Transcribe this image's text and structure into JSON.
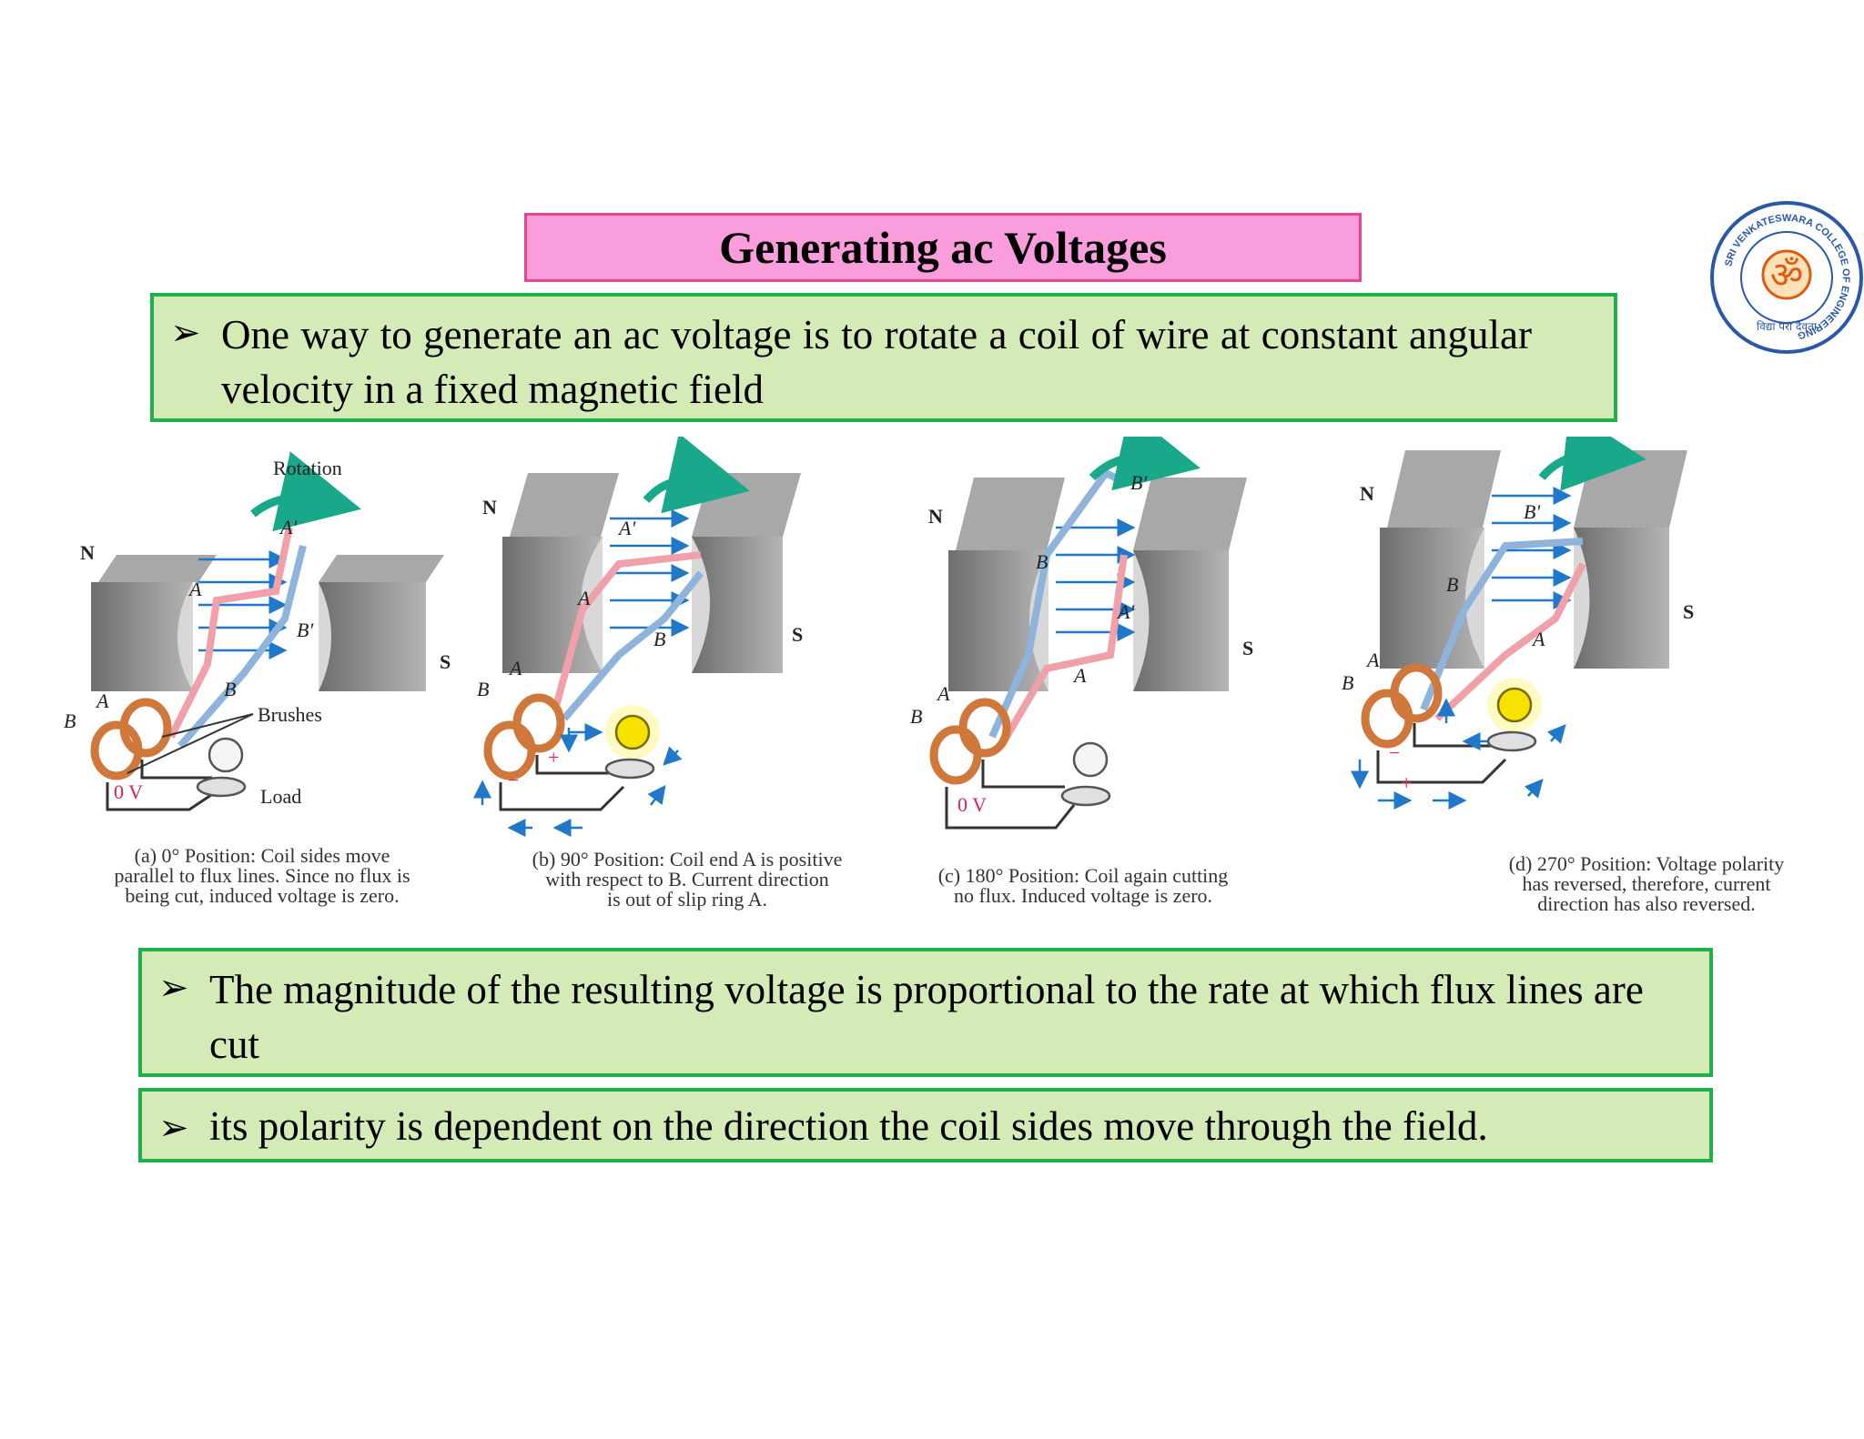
{
  "slide": {
    "title": "Generating ac Voltages",
    "bullet_glyph": "➢",
    "points": [
      "One way to generate an ac voltage is to rotate a coil of wire at constant angular velocity in a fixed magnetic field",
      "The magnitude of the resulting voltage is proportional to the rate at which flux lines are cut",
      "its polarity is dependent on the direction the coil sides move through the field."
    ]
  },
  "logo": {
    "ring_text": "SRI VENKATESWARA COLLEGE OF ENGINEERING",
    "bottom_text": "विद्या परा दैवता",
    "center_symbol": "ॐ"
  },
  "figures": [
    {
      "labels": {
        "north": "N",
        "south": "S",
        "rotation": "Rotation",
        "a": "A",
        "a_prime": "A'",
        "b": "B",
        "b_prime": "B'",
        "brushes": "Brushes",
        "load": "Load",
        "voltage": "0 V"
      },
      "caption": [
        "(a) 0° Position: Coil sides move",
        "parallel to flux lines. Since no flux is",
        "being cut, induced voltage is zero."
      ]
    },
    {
      "labels": {
        "north": "N",
        "south": "S",
        "a": "A",
        "a_prime": "A'",
        "b": "B",
        "plus": "+",
        "minus": "−"
      },
      "caption": [
        "(b) 90° Position: Coil end A is positive",
        "with respect to B. Current direction",
        "is out of slip ring A."
      ]
    },
    {
      "labels": {
        "north": "N",
        "south": "S",
        "a": "A",
        "a_prime": "A'",
        "b": "B",
        "b_prime": "B'",
        "voltage": "0 V"
      },
      "caption": [
        "(c) 180° Position: Coil again cutting",
        "no flux. Induced voltage is zero."
      ]
    },
    {
      "labels": {
        "north": "N",
        "south": "S",
        "a": "A",
        "b": "B",
        "b_prime": "B'",
        "plus": "+",
        "minus": "−"
      },
      "caption": [
        "(d) 270° Position: Voltage polarity",
        "has reversed, therefore, current",
        "direction has also reversed."
      ]
    }
  ],
  "colors": {
    "title_fill": "#f99ddd",
    "title_border": "#e8458f",
    "note_fill": "#d4ebb8",
    "note_border": "#1fb04c",
    "magnet": "#8c8c8c",
    "coil_a": "#f0a0a8",
    "coil_b": "#8fb4dc",
    "slip_ring": "#d0783c",
    "flux": "#1f78c8",
    "rotation_arrow": "#1aa88a",
    "polarity": "#e0205a"
  }
}
